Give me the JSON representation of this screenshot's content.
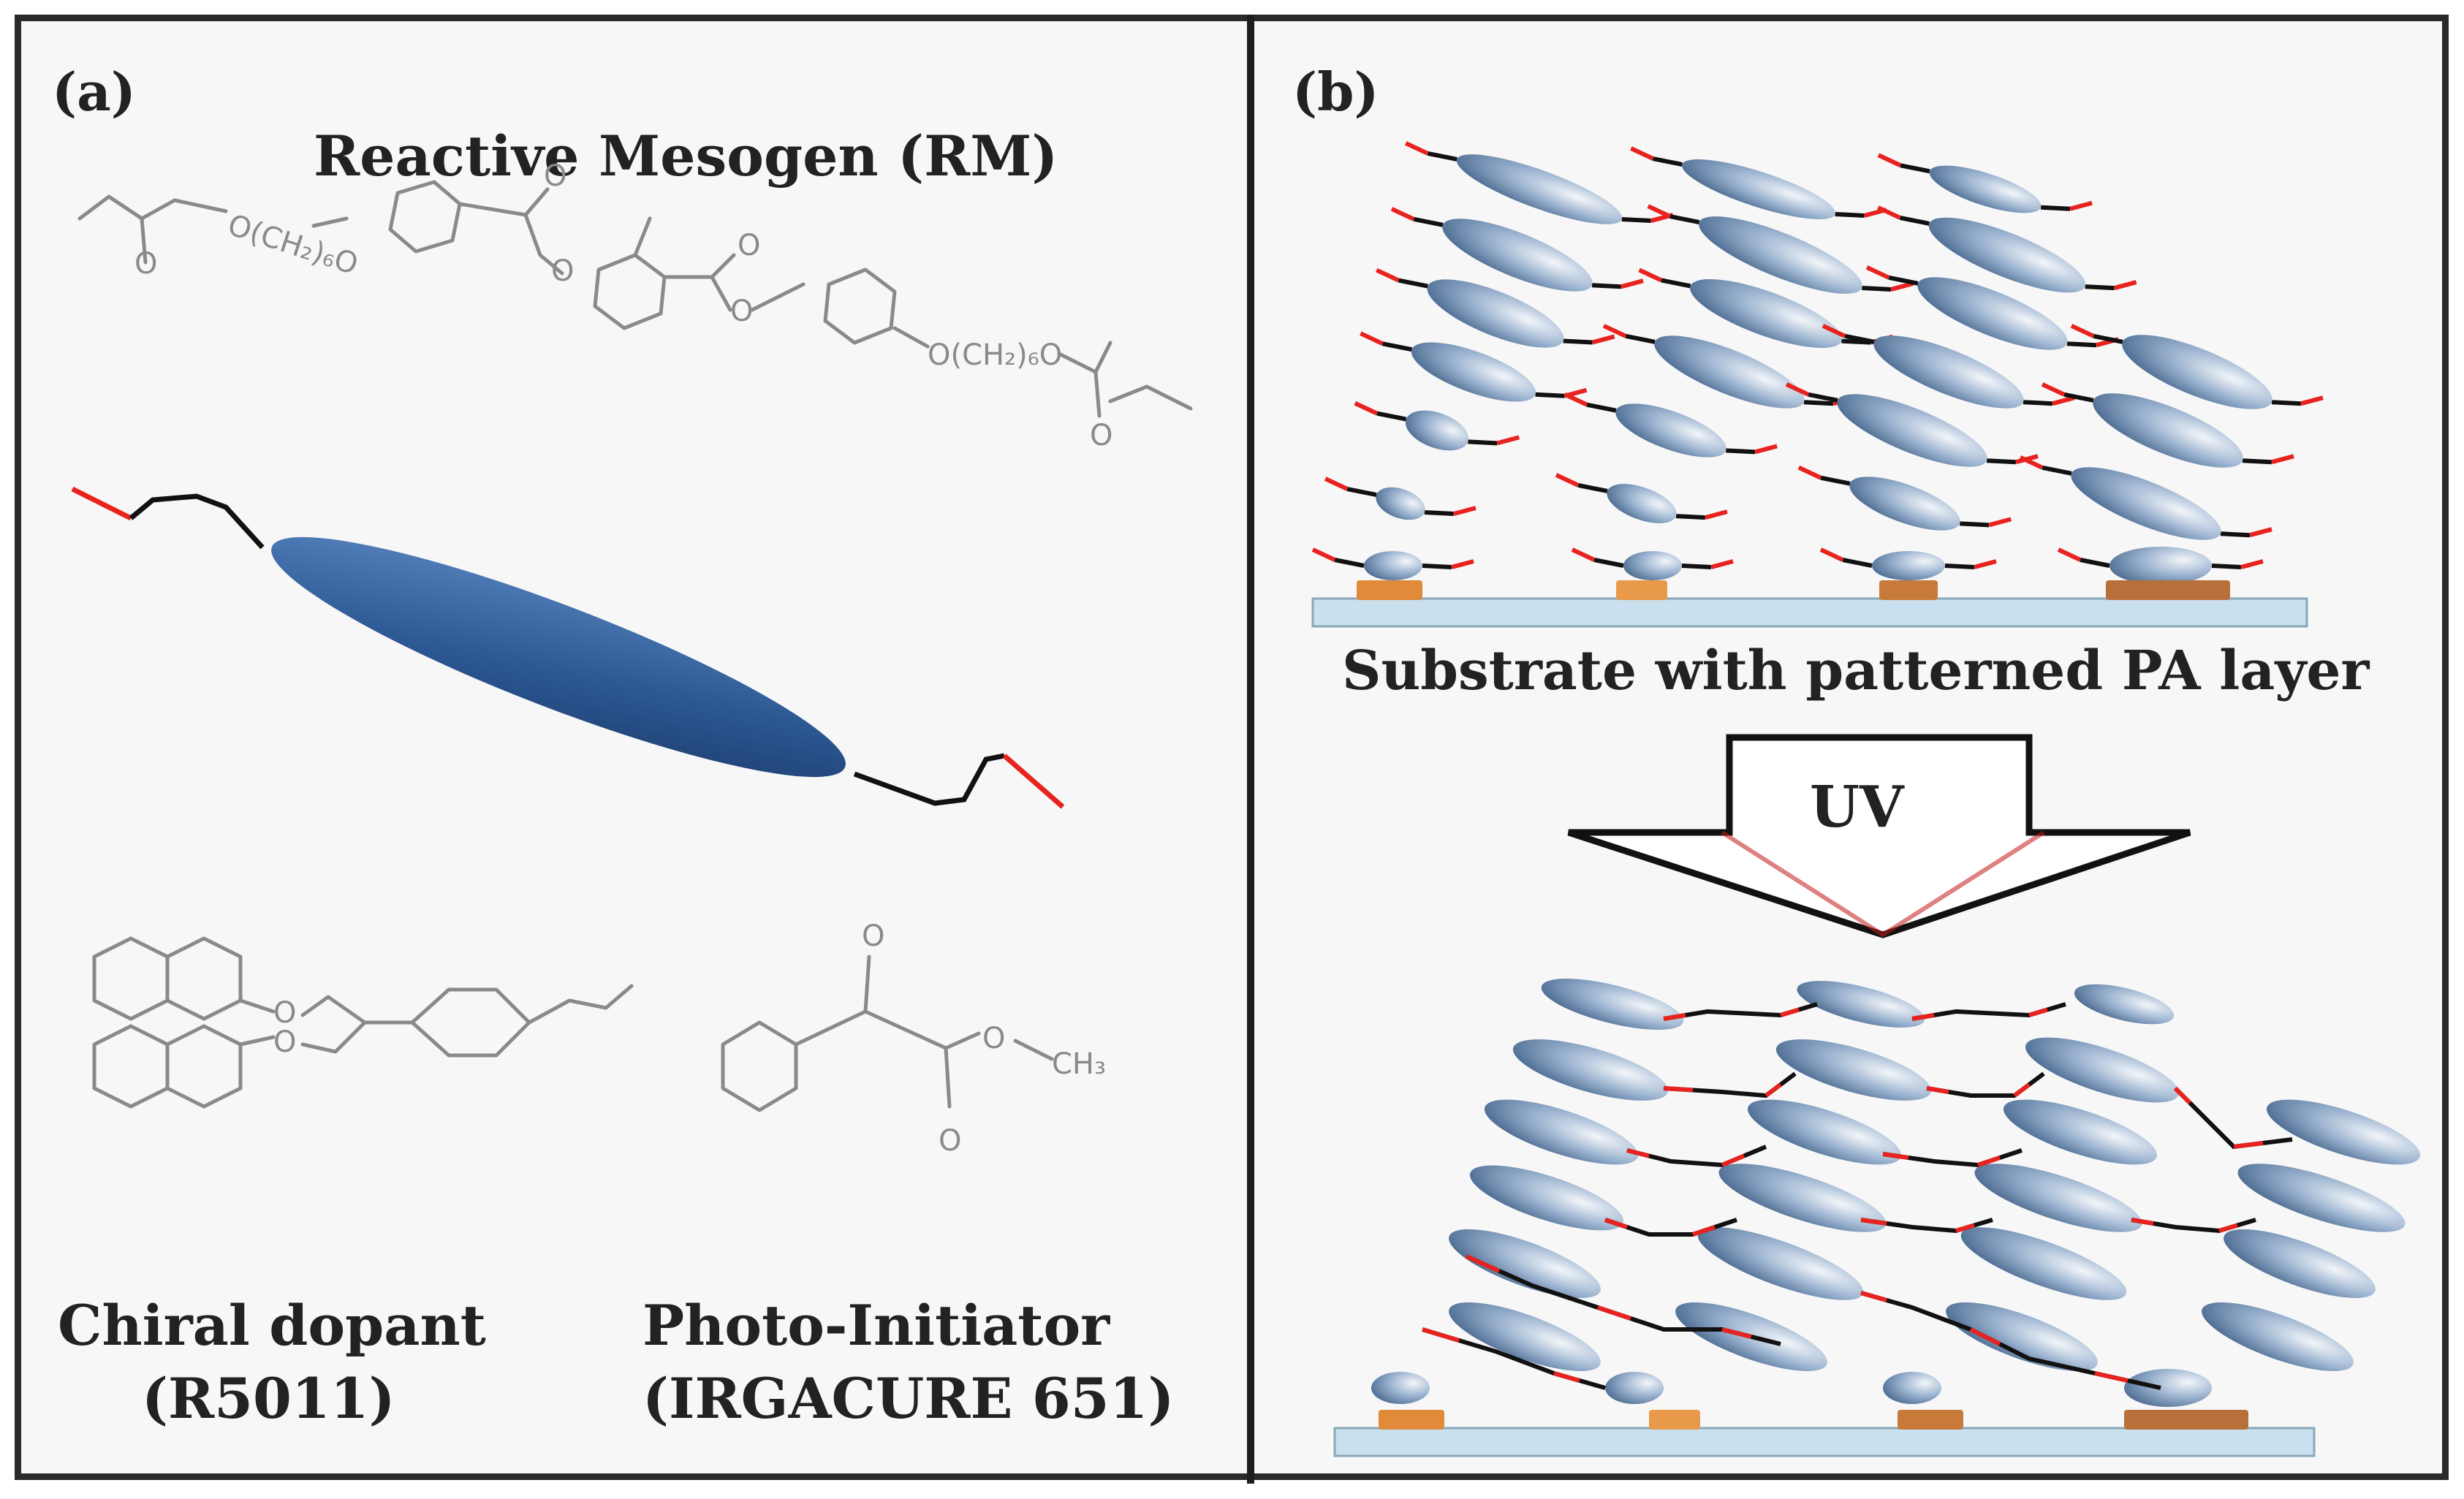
{
  "panel_a": {
    "label": "(a)",
    "title": "Reactive Mesogen (RM)",
    "rm_structure_text": {
      "o_left": "O",
      "o_chain_left": "O(CH₂)₆O",
      "o_ester1": "O",
      "o_ester1b": "O",
      "o_ester2": "O",
      "o_ester2b": "O",
      "o_chain_right": "O(CH₂)₆O",
      "o_right": "O"
    },
    "chiral": {
      "o1": "O",
      "o2": "O",
      "name": "Chiral dopant",
      "code": "(R5011)"
    },
    "photo": {
      "o_top": "O",
      "o_mid": "O",
      "o_bottom": "O",
      "ch3": "CH₃",
      "name": "Photo-Initiator",
      "code": "(IRGACURE 651)"
    }
  },
  "panel_b": {
    "label": "(b)",
    "substrate_label": "Substrate with patterned PA layer",
    "arrow_label": "UV"
  },
  "colors": {
    "border": "#2a2a2a",
    "mesogen_blue": "#2e5a96",
    "spacer_black": "#111111",
    "acrylate_red": "#e8231f",
    "substrate": "#c9e0ee",
    "pa_orange": "#e08a3a"
  }
}
